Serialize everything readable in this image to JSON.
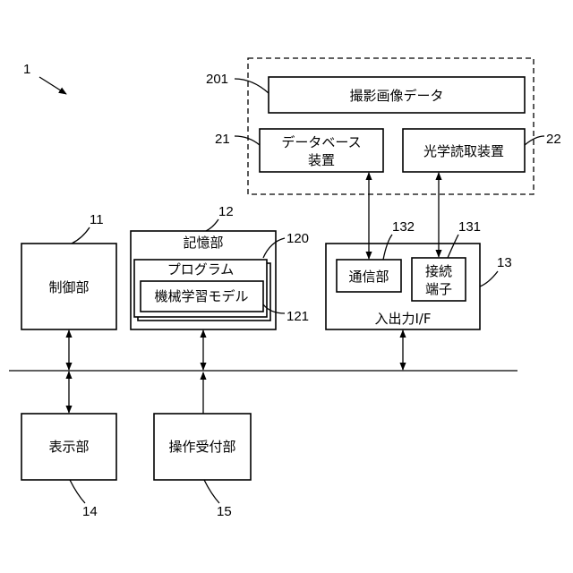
{
  "ref_numbers": {
    "device": "1",
    "control": "11",
    "storage": "12",
    "io": "13",
    "display": "14",
    "operation": "15",
    "database": "21",
    "optical_reader": "22",
    "image_data": "201",
    "program": "120",
    "model": "121",
    "terminal": "131",
    "comm": "132"
  },
  "labels": {
    "control": "制御部",
    "storage": "記憶部",
    "program": "プログラム",
    "model": "機械学習モデル",
    "io": "入出力I/F",
    "comm": "通信部",
    "terminal_line1": "接続",
    "terminal_line2": "端子",
    "display": "表示部",
    "operation": "操作受付部",
    "image_data": "撮影画像データ",
    "database_line1": "データベース",
    "database_line2": "装置",
    "optical_reader": "光学読取装置"
  }
}
